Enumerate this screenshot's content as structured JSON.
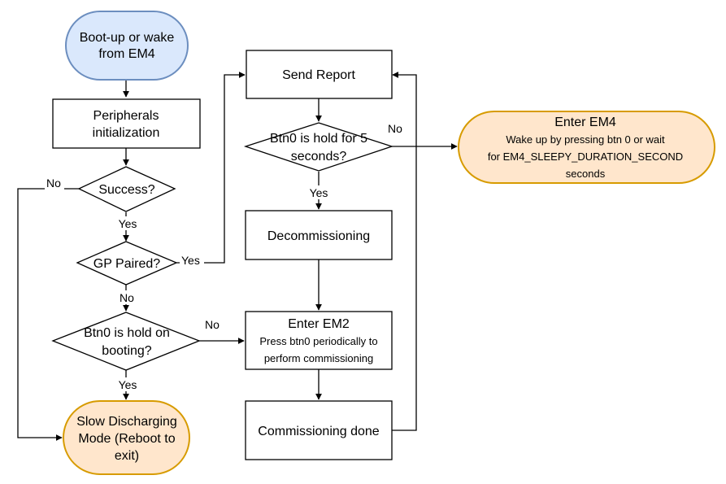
{
  "colors": {
    "stroke": "#000000",
    "start_fill": "#dae8fc",
    "start_stroke": "#6c8ebf",
    "terminal_fill": "#ffe6cc",
    "terminal_stroke": "#d79b00",
    "box_fill": "#ffffff"
  },
  "nodes": {
    "boot": [
      "Boot-up or wake",
      "from EM4"
    ],
    "peripherals": [
      "Peripherals",
      "initialization"
    ],
    "success": "Success?",
    "gp_paired": "GP Paired?",
    "btn0_boot": [
      "Btn0 is hold on",
      "booting?"
    ],
    "slow_discharging": [
      "Slow Discharging",
      "Mode (Reboot to",
      "exit)"
    ],
    "send_report": "Send Report",
    "btn0_hold": [
      "Btn0 is hold for 5",
      "seconds?"
    ],
    "decommissioning": "Decommissioning",
    "enter_em2": {
      "title": "Enter EM2",
      "lines": [
        "Press btn0 periodically to",
        "perform commissioning"
      ]
    },
    "commissioning_done": "Commissioning done",
    "enter_em4": {
      "title": "Enter EM4",
      "lines": [
        "Wake up by pressing btn 0 or wait",
        "for EM4_SLEEPY_DURATION_SECOND",
        "seconds"
      ]
    }
  },
  "edges": {
    "success_no": "No",
    "success_yes": "Yes",
    "gp_yes": "Yes",
    "gp_no": "No",
    "btn0_boot_no": "No",
    "btn0_boot_yes": "Yes",
    "btn0_hold_no": "No",
    "btn0_hold_yes": "Yes"
  }
}
